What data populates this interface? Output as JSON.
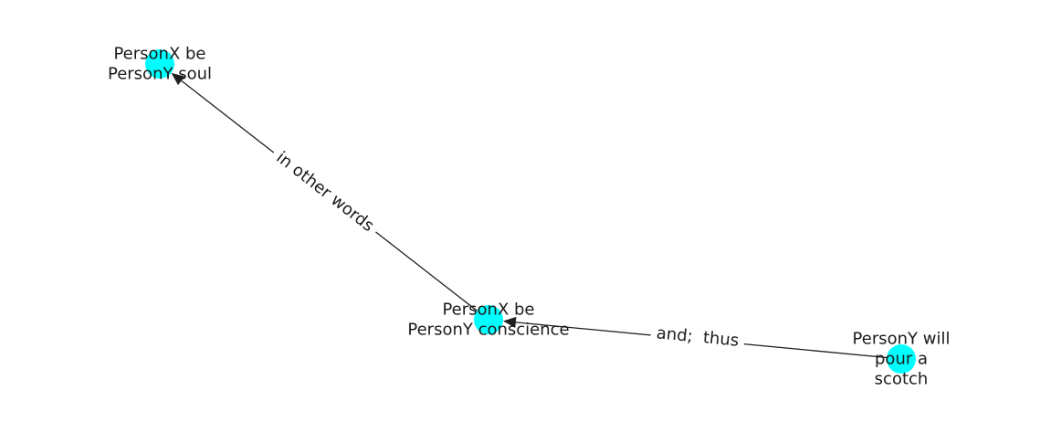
{
  "graph": {
    "node_color": "#00ffff",
    "edge_color": "#1f1f1f",
    "nodes": [
      {
        "id": "soul",
        "lines": [
          "PersonX be",
          "PersonY soul"
        ]
      },
      {
        "id": "conscience",
        "lines": [
          "PersonX be",
          "PersonY conscience"
        ]
      },
      {
        "id": "scotch",
        "lines": [
          "PersonY will",
          "pour a",
          "scotch"
        ]
      }
    ],
    "edges": [
      {
        "from": "conscience",
        "to": "soul",
        "label": "in other words"
      },
      {
        "from": "scotch",
        "to": "conscience",
        "label": "and;  thus"
      }
    ]
  }
}
